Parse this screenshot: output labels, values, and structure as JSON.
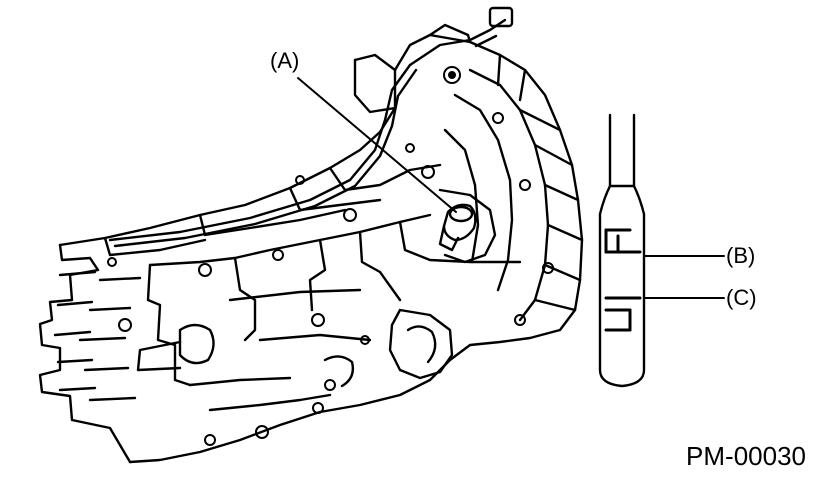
{
  "labels": {
    "a": "(A)",
    "b": "(B)",
    "c": "(C)"
  },
  "dipstick_marks": {
    "upper": "F",
    "lower": "L"
  },
  "figure_code": "PM-00030",
  "colors": {
    "ink": "#000000",
    "paper": "#ffffff"
  }
}
